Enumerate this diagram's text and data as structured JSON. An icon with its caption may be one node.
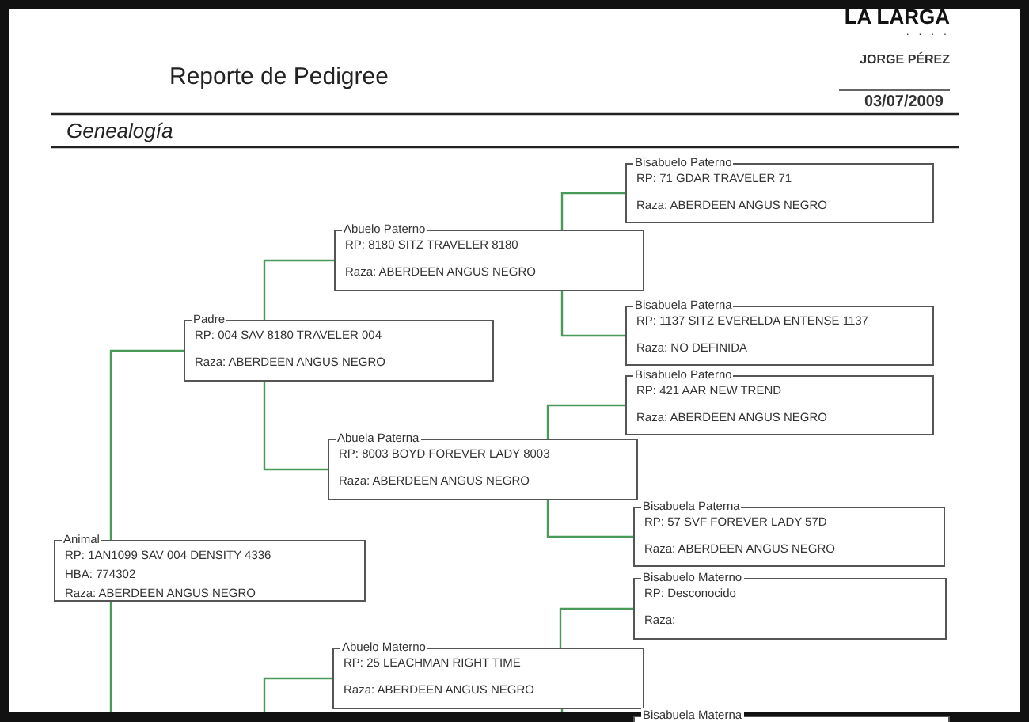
{
  "diagram": {
    "title": "Reporte de Pedigree",
    "nodes": [
      {
        "text": [
          "Animal",
          "RP: 1AN1099 SAV 004 DENSITY 4336",
          "HBA: 774302",
          "Raza: ABERDEEN ANGUS NEGRO"
        ]
      },
      {
        "text": [
          "Padre",
          "RP: 004 SAV 8180 TRAVELER 004",
          "Raza: ABERDEEN ANGUS NEGRO"
        ]
      },
      {
        "text": [
          "Abuelo Paterno",
          "RP: 8180 SITZ TRAVELER 8180",
          "Raza: ABERDEEN ANGUS NEGRO"
        ]
      },
      {
        "text": [
          "Bisabuelo Paterno",
          "RP: 71 GDAR TRAVELER 71",
          "Raza: ABERDEEN ANGUS NEGRO"
        ]
      },
      {
        "text": [
          "Bisabuela Paterna",
          "RP: 1137 SITZ EVERELDA ENTENSE 1137",
          "Raza: NO DEFINIDA"
        ]
      },
      {
        "text": [
          "Abuela Paterna",
          "RP: 8003 BOYD FOREVER LADY 8003",
          "Raza: ABERDEEN ANGUS NEGRO"
        ]
      },
      {
        "text": [
          "Bisabuelo Paterno",
          "RP: 421 AAR NEW TREND",
          "Raza: ABERDEEN ANGUS NEGRO"
        ]
      },
      {
        "text": [
          "Bisabuela Paterna",
          "RP: 57 SVF FOREVER LADY 57D",
          "Raza: ABERDEEN ANGUS NEGRO"
        ]
      },
      {
        "text": [
          "Abuelo Materno",
          "RP: 25 LEACHMAN RIGHT TIME",
          "Raza: ABERDEEN ANGUS NEGRO"
        ]
      },
      {
        "text": [
          "Bisabuelo Materno",
          "RP: Desconocido",
          "Raza:"
        ]
      },
      {
        "text": [
          "Bisabuela Materna"
        ]
      }
    ],
    "edges": [
      {
        "from": 0,
        "to": 1,
        "arrow": "none"
      },
      {
        "from": 0,
        "to": null,
        "arrow": "none"
      },
      {
        "from": 1,
        "to": 2,
        "arrow": "none"
      },
      {
        "from": 1,
        "to": 5,
        "arrow": "none"
      },
      {
        "from": 2,
        "to": 3,
        "arrow": "none"
      },
      {
        "from": 2,
        "to": 4,
        "arrow": "none"
      },
      {
        "from": 5,
        "to": 6,
        "arrow": "none"
      },
      {
        "from": 5,
        "to": 7,
        "arrow": "none"
      },
      {
        "from": 8,
        "to": 9,
        "arrow": "none"
      },
      {
        "from": 8,
        "to": null,
        "arrow": "none"
      },
      {
        "from": null,
        "to": 8,
        "arrow": "none"
      }
    ],
    "labels": [
      "Genealogía",
      "LA LARGA",
      ". . . .",
      "JORGE PÉREZ",
      "03/07/2009"
    ]
  }
}
